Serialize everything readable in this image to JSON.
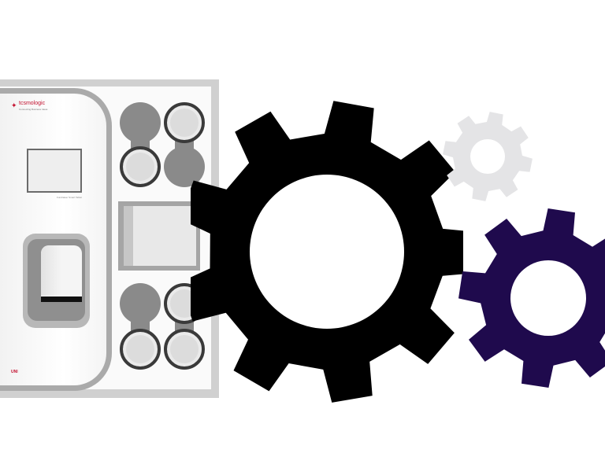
{
  "device": {
    "logo": {
      "brand": "tcsmologic",
      "tagline": "Connecting Business Ideas"
    },
    "screen_caption": "Fundraiser Smart Tablet",
    "corner_badge": "UNI",
    "icons": {
      "logo_mark": "tcs-logo-icon",
      "scanner": "fingerprint-scanner-icon"
    }
  },
  "gears": [
    {
      "name": "large-gear-icon",
      "color": "#000000"
    },
    {
      "name": "small-gear-icon",
      "color": "#e4e4e6"
    },
    {
      "name": "medium-gear-icon",
      "color": "#1f0a4d"
    }
  ],
  "colors": {
    "panel": "#d0d0d0",
    "accent": "#c41230",
    "gray_dark": "#8a8a8a"
  }
}
